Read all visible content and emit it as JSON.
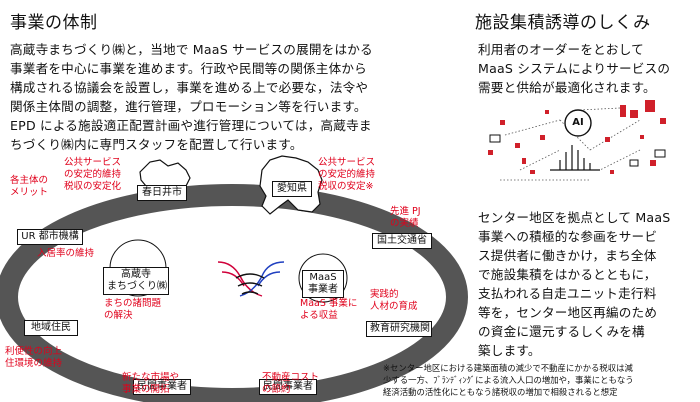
{
  "left": {
    "title": "事業の体制",
    "paragraph": [
      "高蔵寺まちづくり㈱と，当地で MaaS サービスの展開をはかる",
      "事業者を中心に事業を進めます。行政や民間等の関係主体から",
      "構成される協議会を設置し，事業を進める上で必要な，法令や",
      "関係主体間の調整，進行管理，プロモーション等を行います。",
      "EPD による施設適正配置計画や進行管理については，高蔵寺ま",
      "ちづくり㈱内に専門スタッフを配置して行います。"
    ],
    "diagram": {
      "boxes": {
        "kasugai": "春日井市",
        "aichi": "愛知県",
        "ur": "UR 都市機構",
        "mlit": "国土交通省",
        "residents": "地域住民",
        "edu": "教育研究機関",
        "private_left": "民間事業者",
        "private_right": "民間事業者",
        "kozoji": [
          "高蔵寺",
          "まちづくり㈱"
        ],
        "maas": [
          "MaaS",
          "事業者"
        ]
      },
      "labels": {
        "entity_merit": [
          "各主体の",
          "メリット"
        ],
        "public_kasugai": [
          "公共サービス",
          "の安定的維持",
          "税収の安定化"
        ],
        "public_aichi": [
          "公共サービス",
          "の安定的維持",
          "税収の安定※"
        ],
        "ur_rent": "入居率の維持",
        "pj": [
          "先進 PJ",
          "の実績"
        ],
        "residents_benefit": [
          "利便性の向上",
          "住環境の維持"
        ],
        "kozoji_benefit": [
          "まちの諸問題",
          "の解決"
        ],
        "maas_benefit": [
          "MaaS 事業に",
          "よる収益"
        ],
        "edu_benefit": [
          "実践的",
          "人材の育成"
        ],
        "private_left_benefit": [
          "新たな市場や",
          "事業の開拓"
        ],
        "private_right_benefit": [
          "不動産コスト",
          "の節約"
        ]
      }
    }
  },
  "right": {
    "title": "施設集積誘導のしくみ",
    "paragraph1": [
      "利用者のオーダーをとおして",
      "MaaS システムによりサービスの",
      "需要と供給が最適化されます。"
    ],
    "ai_label": "AI",
    "paragraph2": [
      "センター地区を拠点として MaaS",
      "事業への積極的な参画をサービ",
      "ス提供者に働きかけ，まち全体",
      "で施設集積をはかるとともに，",
      "支払われる自走ユニット走行料",
      "等を，センター地区再編のため",
      "の資金に還元するしくみを構",
      "築します。"
    ]
  },
  "footnote": [
    "※センター地区における建築面積の減少で不動産にかかる税収は減",
    "少する一方、ﾌﾞﾗﾝﾃﾞｨﾝｸﾞによる流入人口の増加や，事業にともなう",
    "経済活動の活性化にともなう諸税収の増加で相殺されると想定"
  ],
  "colors": {
    "accent_red": "#e0001b",
    "ellipse_gray": "#555555"
  }
}
